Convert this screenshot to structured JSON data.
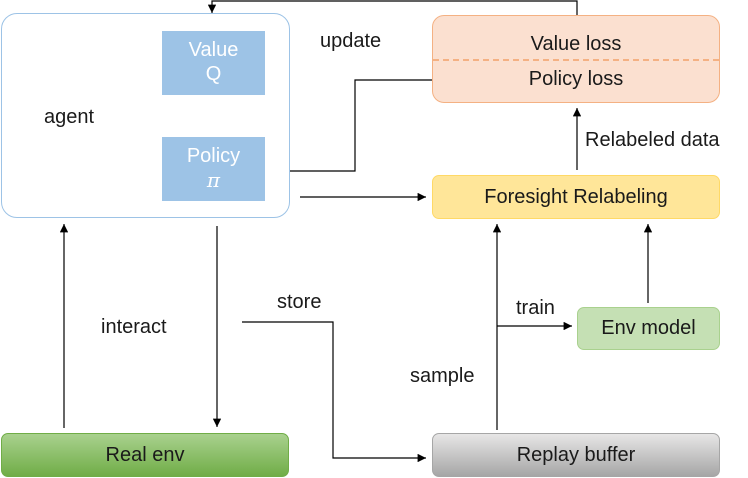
{
  "agent": {
    "label": "agent"
  },
  "value_box": {
    "line1": "Value",
    "line2": "Q"
  },
  "policy_box": {
    "line1": "Policy",
    "line2": "π"
  },
  "loss_box": {
    "value_loss": "Value loss",
    "policy_loss": "Policy loss"
  },
  "foresight": {
    "label": "Foresight Relabeling"
  },
  "env_model": {
    "label": "Env model"
  },
  "real_env": {
    "label": "Real env"
  },
  "replay_buffer": {
    "label": "Replay buffer"
  },
  "edge_labels": {
    "update": "update",
    "relabeled_data": "Relabeled data",
    "store": "store",
    "interact": "interact",
    "train": "train",
    "sample": "sample"
  }
}
